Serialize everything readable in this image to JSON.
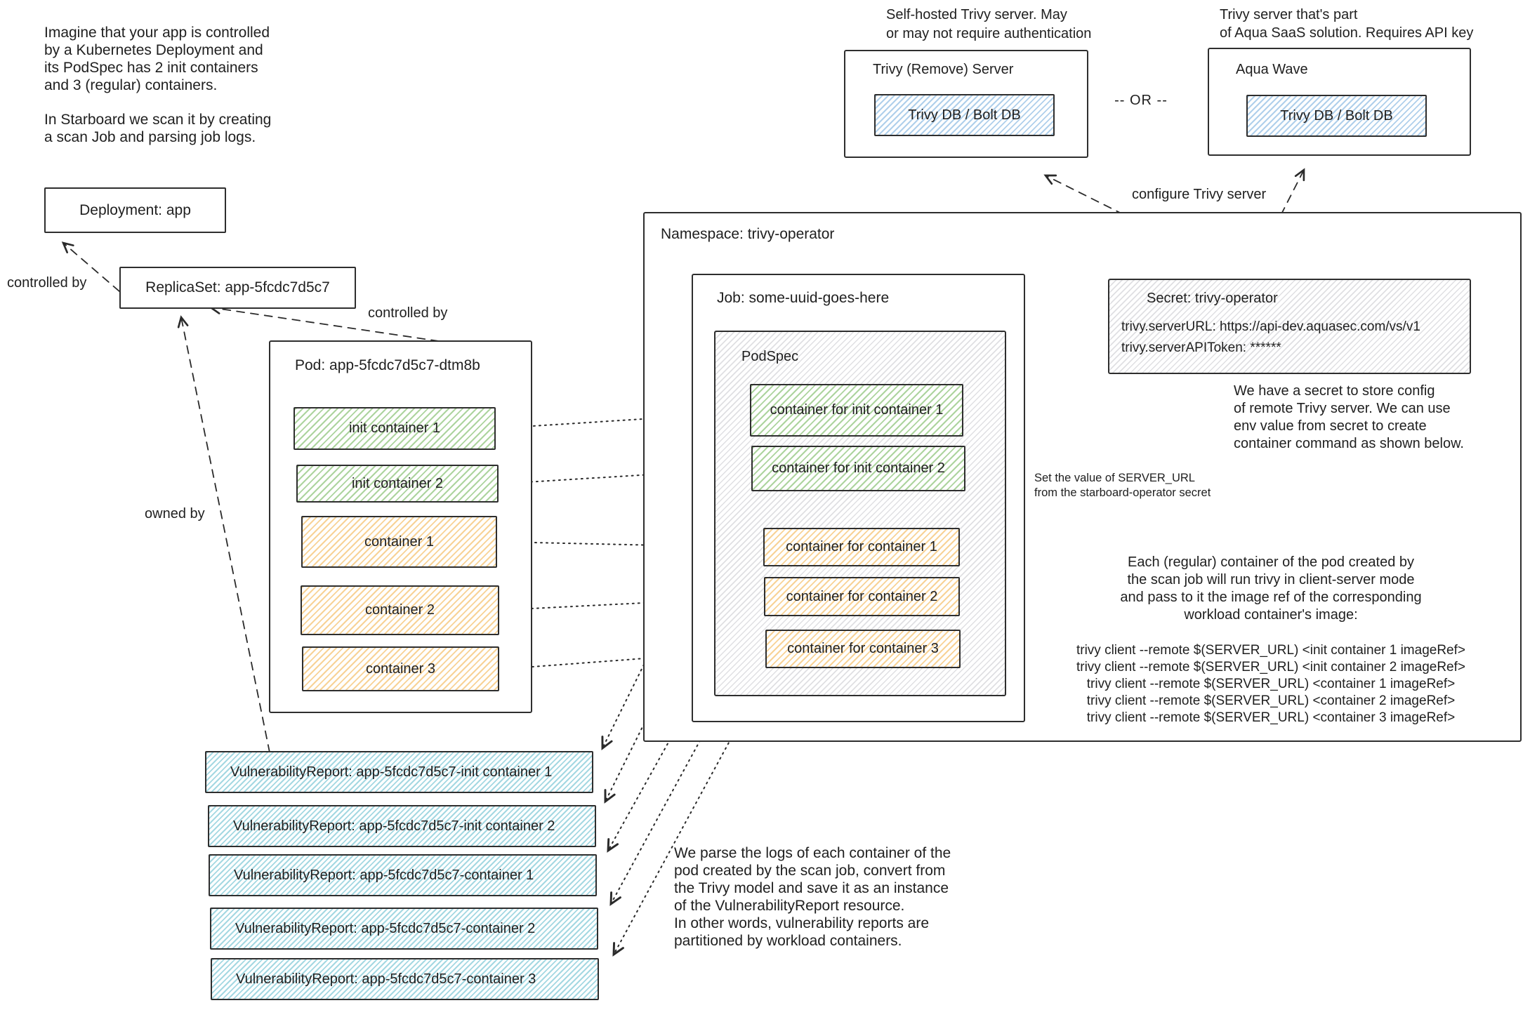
{
  "colors": {
    "ink": "#1f1f1f",
    "green_hatch": "#69b04e",
    "orange_hatch": "#f0a62d",
    "blue_hatch": "#60a0d7",
    "teal_hatch": "#5ab8ca",
    "gray_hatch": "#9696a0"
  },
  "notes": {
    "intro1": [
      "Imagine that your app is controlled",
      "by a Kubernetes Deployment and",
      "its PodSpec has 2 init containers",
      "and 3 (regular) containers."
    ],
    "intro2": [
      "In Starboard we scan it by creating",
      "a scan Job and parsing job logs."
    ],
    "self_hosted": [
      "Self-hosted Trivy server. May",
      "or may not require authentication"
    ],
    "aqua_saas": [
      "Trivy server that's part",
      "of Aqua SaaS solution. Requires API key"
    ],
    "or_divider": "-- OR --",
    "configure_trivy": "configure Trivy server",
    "controlled_by_left": "controlled by",
    "controlled_by_pod": "controlled by",
    "owned_by": "owned by",
    "secret_usage": [
      "We have a secret to store config",
      "of remote Trivy server. We can use",
      "env value from secret to create",
      "container command as shown below."
    ],
    "server_url": [
      "Set the value of SERVER_URL",
      "from the starboard-operator secret"
    ],
    "scan_mode": [
      "Each (regular) container of the pod created by",
      "the scan job will run trivy in client-server mode",
      "and pass to it the image ref of the corresponding",
      "workload container's image:"
    ],
    "commands": [
      "trivy client --remote $(SERVER_URL) <init container 1 imageRef>",
      "trivy client --remote $(SERVER_URL) <init container 2 imageRef>",
      "trivy client --remote $(SERVER_URL) <container 1 imageRef>",
      "trivy client --remote $(SERVER_URL) <container 2 imageRef>",
      "trivy client --remote $(SERVER_URL) <container 3 imageRef>"
    ],
    "parse_logs": [
      "We parse the logs of each container of the",
      "pod created by the scan job, convert from",
      "the Trivy model and save it as an instance",
      "of the VulnerabilityReport resource.",
      "In other words, vulnerability reports are",
      "partitioned by workload containers."
    ]
  },
  "nodes": {
    "deployment": "Deployment: app",
    "replicaset": "ReplicaSet: app-5fcdc7d5c7",
    "pod": {
      "title": "Pod: app-5fcdc7d5c7-dtm8b",
      "init_containers": [
        "init container 1",
        "init container 2"
      ],
      "containers": [
        "container 1",
        "container 2",
        "container 3"
      ]
    },
    "namespace": "Namespace: trivy-operator",
    "job": "Job: some-uuid-goes-here",
    "podspec": {
      "title": "PodSpec",
      "init_containers": [
        "container for init container 1",
        "container for init container 2"
      ],
      "containers": [
        "container for container 1",
        "container for container 2",
        "container for container 3"
      ]
    },
    "secret": {
      "title": "Secret: trivy-operator",
      "entries": [
        "trivy.serverURL: https://api-dev.aquasec.com/vs/v1",
        "trivy.serverAPIToken: ******"
      ]
    },
    "trivy_server": {
      "title": "Trivy (Remove) Server",
      "db": "Trivy DB / Bolt DB"
    },
    "aqua_wave": {
      "title": "Aqua Wave",
      "db": "Trivy DB / Bolt DB"
    },
    "reports": [
      "VulnerabilityReport: app-5fcdc7d5c7-init container 1",
      "VulnerabilityReport: app-5fcdc7d5c7-init container 2",
      "VulnerabilityReport: app-5fcdc7d5c7-container 1",
      "VulnerabilityReport: app-5fcdc7d5c7-container 2",
      "VulnerabilityReport: app-5fcdc7d5c7-container 3"
    ]
  }
}
